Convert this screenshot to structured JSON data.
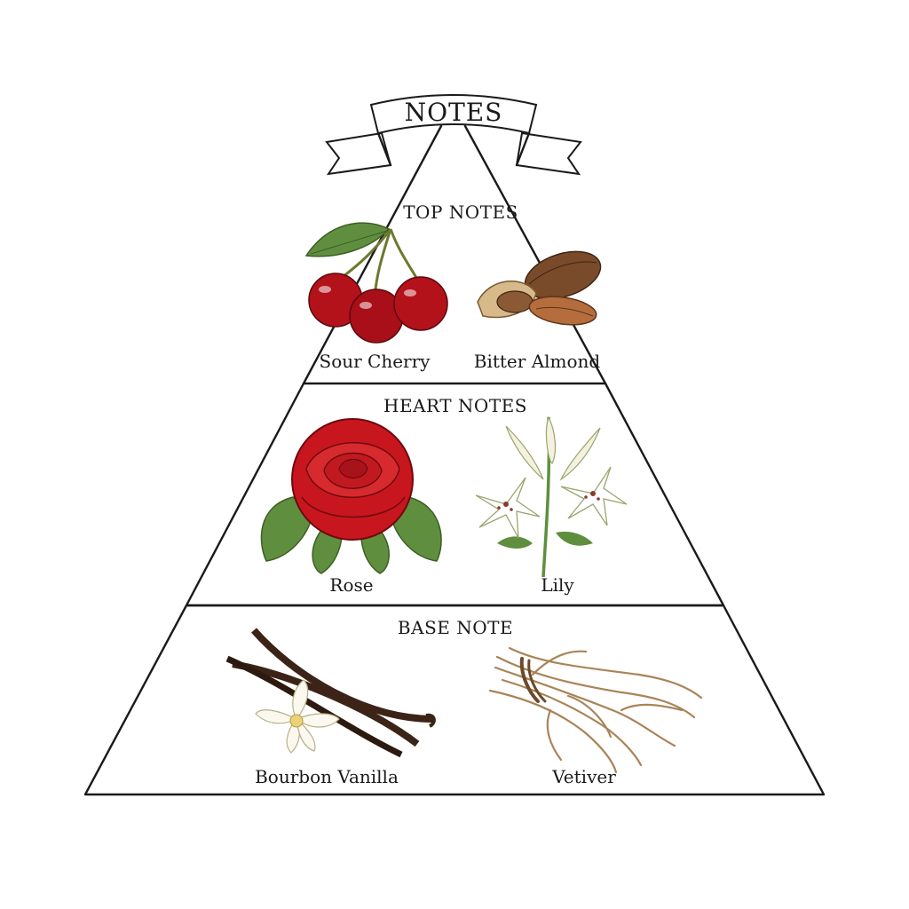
{
  "banner": {
    "title": "NOTES"
  },
  "tiers": [
    {
      "title": "TOP NOTES",
      "notes": [
        {
          "label": "Sour Cherry",
          "icon": "cherry-icon"
        },
        {
          "label": "Bitter Almond",
          "icon": "almond-icon"
        }
      ]
    },
    {
      "title": "HEART NOTES",
      "notes": [
        {
          "label": "Rose",
          "icon": "rose-icon"
        },
        {
          "label": "Lily",
          "icon": "lily-icon"
        }
      ]
    },
    {
      "title": "BASE NOTE",
      "notes": [
        {
          "label": "Bourbon Vanilla",
          "icon": "vanilla-icon"
        },
        {
          "label": "Vetiver",
          "icon": "vetiver-icon"
        }
      ]
    }
  ],
  "colors": {
    "ink": "#1a1a1a",
    "cherry": "#b3121b",
    "rose": "#c8161e",
    "leaf": "#5f8f3e",
    "almond": "#8a5a35",
    "vanilla": "#3b2417",
    "vetiver": "#b08a5c"
  }
}
